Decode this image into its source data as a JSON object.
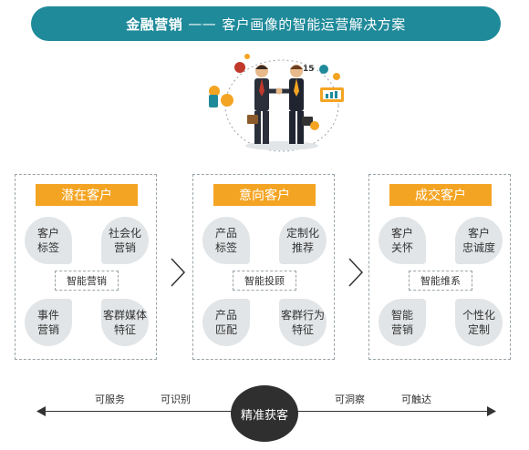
{
  "title": {
    "bold": "金融营销",
    "dash": "——",
    "rest": "客户画像的智能运营解决方案"
  },
  "illustration": {
    "badge_number": "15"
  },
  "panels": [
    {
      "title": "潜在客户",
      "items": [
        "客户\n标签",
        "社会化\n营销",
        "事件\n营销",
        "客群媒体\n特征"
      ],
      "center": "智能营销"
    },
    {
      "title": "意向客户",
      "items": [
        "产品\n标签",
        "定制化\n推荐",
        "产品\n匹配",
        "客群行为\n特征"
      ],
      "center": "智能投顾"
    },
    {
      "title": "成交客户",
      "items": [
        "客户\n关怀",
        "客户\n忠诚度",
        "智能\n营销",
        "个性化\n定制"
      ],
      "center": "智能维系"
    }
  ],
  "axis": {
    "center": "精准获客",
    "left_labels": [
      "可服务",
      "可识别"
    ],
    "right_labels": [
      "可洞察",
      "可触达"
    ]
  },
  "colors": {
    "title_bar": "#1f8a9a",
    "panel_header": "#f4a423",
    "circle": "#e2e5e7",
    "axis_center": "#2f2f2f"
  }
}
